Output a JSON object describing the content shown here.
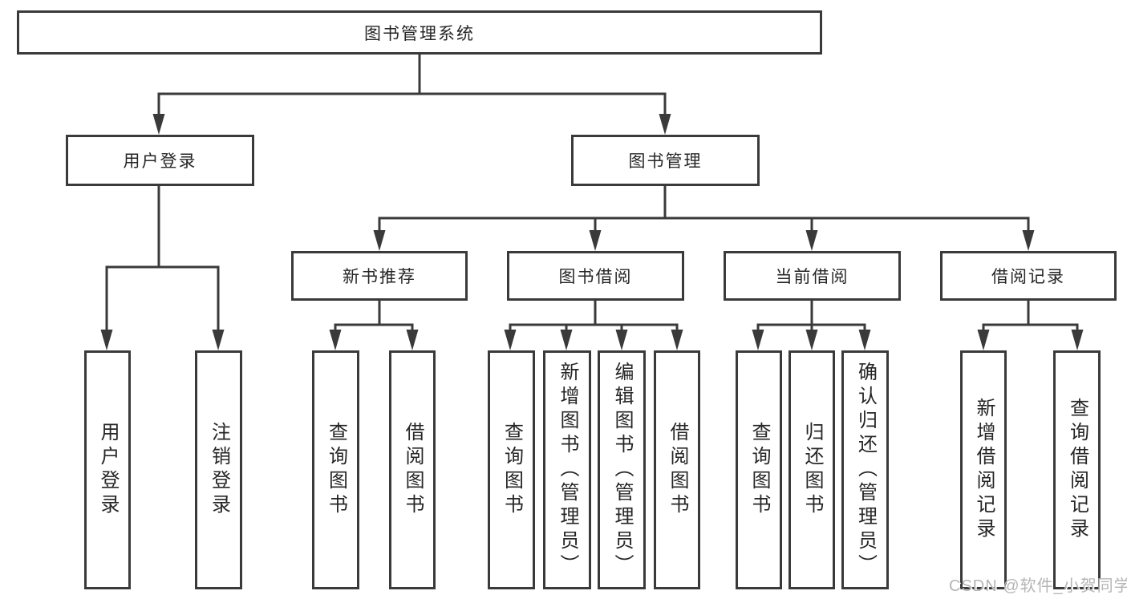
{
  "diagram": {
    "root": {
      "label": "图书管理系统"
    },
    "level2": [
      {
        "label": "用户登录"
      },
      {
        "label": "图书管理"
      }
    ],
    "level3": [
      {
        "label": "新书推荐",
        "parent": "图书管理"
      },
      {
        "label": "图书借阅",
        "parent": "图书管理"
      },
      {
        "label": "当前借阅",
        "parent": "图书管理"
      },
      {
        "label": "借阅记录",
        "parent": "图书管理"
      }
    ],
    "leaves": [
      {
        "label": "用户登录",
        "parent": "用户登录"
      },
      {
        "label": "注销登录",
        "parent": "用户登录"
      },
      {
        "label": "查询图书",
        "parent": "新书推荐"
      },
      {
        "label": "借阅图书",
        "parent": "新书推荐"
      },
      {
        "label": "查询图书",
        "parent": "图书借阅"
      },
      {
        "label": "新增图书（管理员）",
        "parent": "图书借阅"
      },
      {
        "label": "编辑图书（管理员）",
        "parent": "图书借阅"
      },
      {
        "label": "借阅图书",
        "parent": "图书借阅"
      },
      {
        "label": "查询图书",
        "parent": "当前借阅"
      },
      {
        "label": "归还图书",
        "parent": "当前借阅"
      },
      {
        "label": "确认归还（管理员）",
        "parent": "当前借阅"
      },
      {
        "label": "新增借阅记录",
        "parent": "借阅记录"
      },
      {
        "label": "查询借阅记录",
        "parent": "借阅记录"
      }
    ]
  },
  "watermark": {
    "text": "CSDN @软件_小贺同学"
  },
  "colors": {
    "line": "#3a3a3a",
    "text": "#262626",
    "background": "#ffffff",
    "watermark": "#b5b5b5"
  }
}
